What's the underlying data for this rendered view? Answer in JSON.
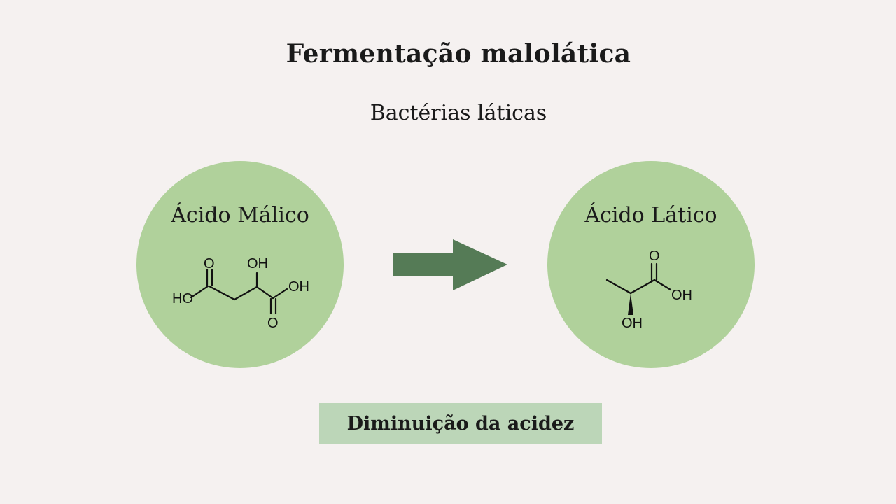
{
  "title": "Fermentação malolática",
  "subtitle": "Bactérias láticas",
  "colors": {
    "background": "#f5f1f0",
    "circle_fill": "#b0d19b",
    "arrow_fill": "#557b56",
    "box_fill": "#bcd6b8"
  },
  "reactant": {
    "label": "Ácido Málico",
    "atoms": {
      "o_top": "O",
      "oh_top": "OH",
      "ho_left": "HO",
      "oh_right": "OH",
      "o_bottom": "O"
    }
  },
  "product": {
    "label": "Ácido Lático",
    "atoms": {
      "o_top": "O",
      "oh_right": "OH",
      "oh_bottom": "OH"
    }
  },
  "arrow_icon": "right-arrow-icon",
  "result": "Diminuição da acidez"
}
